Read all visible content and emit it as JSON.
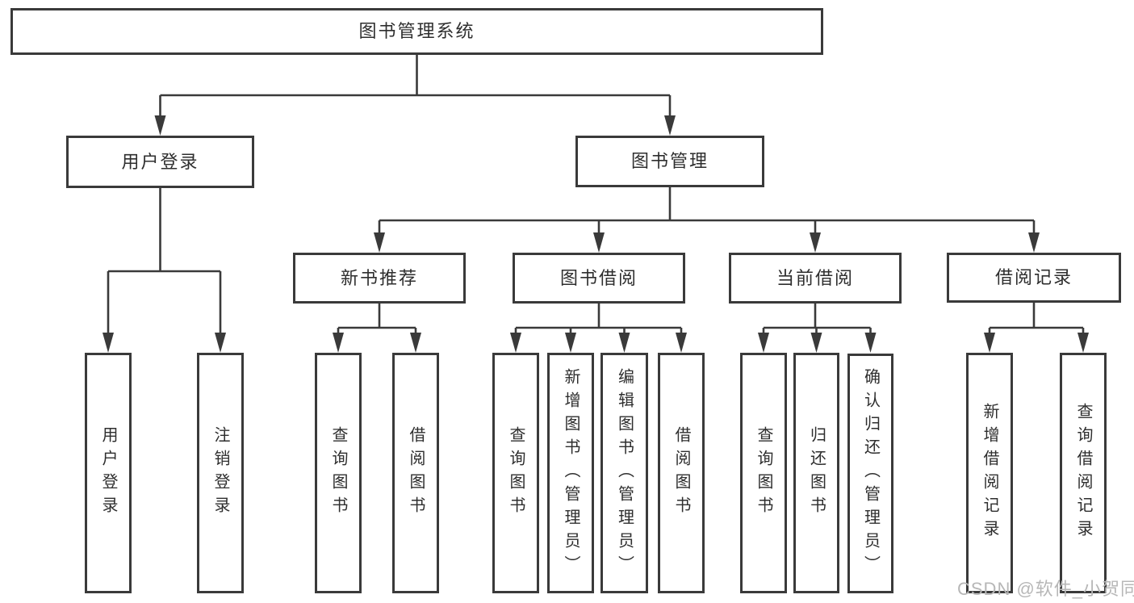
{
  "diagram_type": "function-structure-tree",
  "tree": {
    "label": "图书管理系统",
    "children": [
      {
        "label": "用户登录",
        "children": [
          {
            "label": "用户登录"
          },
          {
            "label": "注销登录"
          }
        ]
      },
      {
        "label": "图书管理",
        "children": [
          {
            "label": "新书推荐",
            "children": [
              {
                "label": "查询图书"
              },
              {
                "label": "借阅图书"
              }
            ]
          },
          {
            "label": "图书借阅",
            "children": [
              {
                "label": "查询图书"
              },
              {
                "label": "新增图书（管理员）"
              },
              {
                "label": "编辑图书（管理员）"
              },
              {
                "label": "借阅图书"
              }
            ]
          },
          {
            "label": "当前借阅",
            "children": [
              {
                "label": "查询图书"
              },
              {
                "label": "归还图书"
              },
              {
                "label": "确认归还（管理员）"
              }
            ]
          },
          {
            "label": "借阅记录",
            "children": [
              {
                "label": "新增借阅记录"
              },
              {
                "label": "查询借阅记录"
              }
            ]
          }
        ]
      }
    ]
  },
  "watermark": {
    "text": "CSDN @软件_小贺同学"
  },
  "colors": {
    "line": "#3a3a3a",
    "box_border": "#3a3a3a",
    "text": "#2e2e2e",
    "watermark": "#b7b7b7",
    "background": "#ffffff"
  }
}
